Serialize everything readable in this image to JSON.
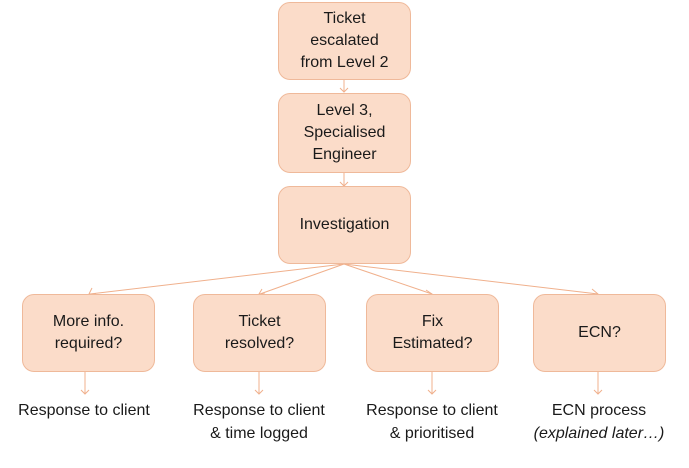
{
  "colors": {
    "box_fill": "#fbdcc9",
    "box_border": "#efb99a",
    "connector": "#f0b08c",
    "text": "#1a1a1a"
  },
  "boxes": {
    "escalated": "Ticket\nescalated\nfrom Level 2",
    "level3": "Level 3,\nSpecialised\nEngineer",
    "investigation": "Investigation",
    "more_info": "More info.\nrequired?",
    "resolved": "Ticket\nresolved?",
    "fix": "Fix\nEstimated?",
    "ecn": "ECN?"
  },
  "outcomes": {
    "more_info": {
      "line1": "Response to client"
    },
    "resolved": {
      "line1": "Response to client",
      "line2": "& time logged"
    },
    "fix": {
      "line1": "Response to client",
      "line2": "& prioritised"
    },
    "ecn": {
      "line1": "ECN process",
      "line2": "(explained later…)"
    }
  }
}
